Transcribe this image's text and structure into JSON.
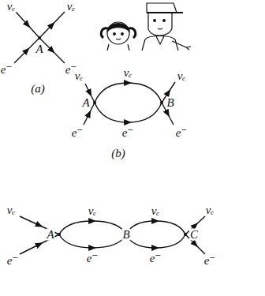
{
  "diagram": {
    "labels": [
      "νₑ",
      "νₑ",
      "A",
      "e⁻",
      "e⁻",
      "(a)",
      "νₑ",
      "νₑ",
      "νₑ",
      "A",
      "B",
      "e⁻",
      "e⁻",
      "e⁻",
      "(b)",
      "νₑ",
      "νₑ",
      "νₑ",
      "νₑ",
      "A",
      "B",
      "C",
      "e⁻",
      "e⁻",
      "e⁻",
      "e⁻"
    ]
  }
}
